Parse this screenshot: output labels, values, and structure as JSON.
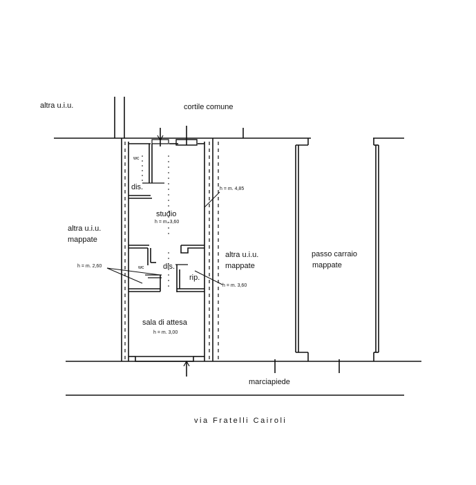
{
  "labels": {
    "altra_uiu_top": "altra u.i.u.",
    "cortile_comune": "cortile comune",
    "wc_top": "wc",
    "dis_top": "dis.",
    "h_top_right": "h = m. 4,85",
    "studio": "studio",
    "h_studio": "h = m. 3,60",
    "altra_uiu_mappate_left_1": "altra u.i.u.",
    "altra_uiu_mappate_left_2": "mappate",
    "h_left_wc": "h = m. 2,60",
    "wc_mid": "wc",
    "dis_mid": "dis.",
    "rip": "rip.",
    "altra_uiu_mappate_right_1": "altra u.i.u.",
    "altra_uiu_mappate_right_2": "mappate",
    "h_rip": "h = m. 3,60",
    "passo_carraio": "passo carraio",
    "passo_mappate": "mappate",
    "sala_attesa": "sala di attesa",
    "h_sala": "h = m. 3,00",
    "marciapiede": "marciapiede",
    "via": "via Fratelli Cairoli"
  }
}
